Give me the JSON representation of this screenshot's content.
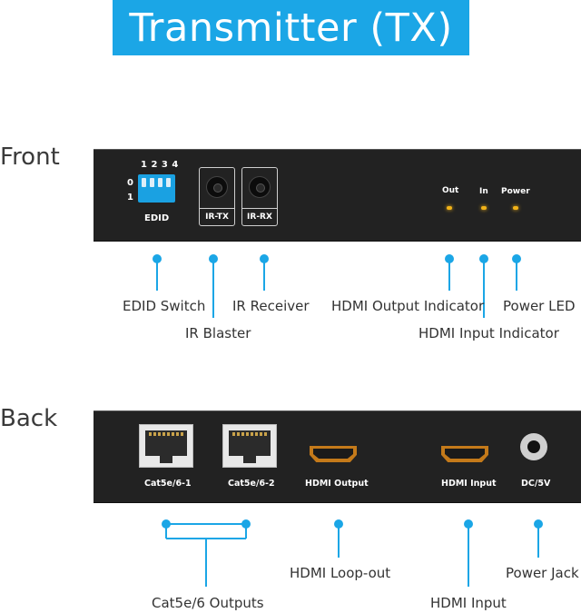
{
  "title": "Transmitter (TX)",
  "front": {
    "section_label": "Front",
    "dip_numbers": "1 2 3 4",
    "dip_zero": "0",
    "dip_one": "1",
    "edid_label": "EDID",
    "ir_tx_label": "IR-TX",
    "ir_rx_label": "IR-RX",
    "led_labels": {
      "out": "Out",
      "in": "In",
      "power": "Power"
    },
    "callouts": {
      "edid_switch": "EDID Switch",
      "ir_blaster": "IR Blaster",
      "ir_receiver": "IR Receiver",
      "hdmi_output_indicator": "HDMI Output Indicator",
      "hdmi_input_indicator": "HDMI Input Indicator",
      "power_led": "Power LED"
    }
  },
  "back": {
    "section_label": "Back",
    "port_labels": {
      "cat1": "Cat5e/6-1",
      "cat2": "Cat5e/6-2",
      "hdmi_output": "HDMI Output",
      "hdmi_input": "HDMI Input",
      "dc": "DC/5V"
    },
    "callouts": {
      "cat_outputs": "Cat5e/6 Outputs",
      "hdmi_loopout": "HDMI Loop-out",
      "hdmi_input": "HDMI Input",
      "power_jack": "Power Jack"
    }
  },
  "colors": {
    "title_bg": "#1ba6e6",
    "panel": "#222222",
    "leader": "#1ba6e6",
    "led": "#f2b318",
    "dip_switch": "#1aa1e2"
  }
}
